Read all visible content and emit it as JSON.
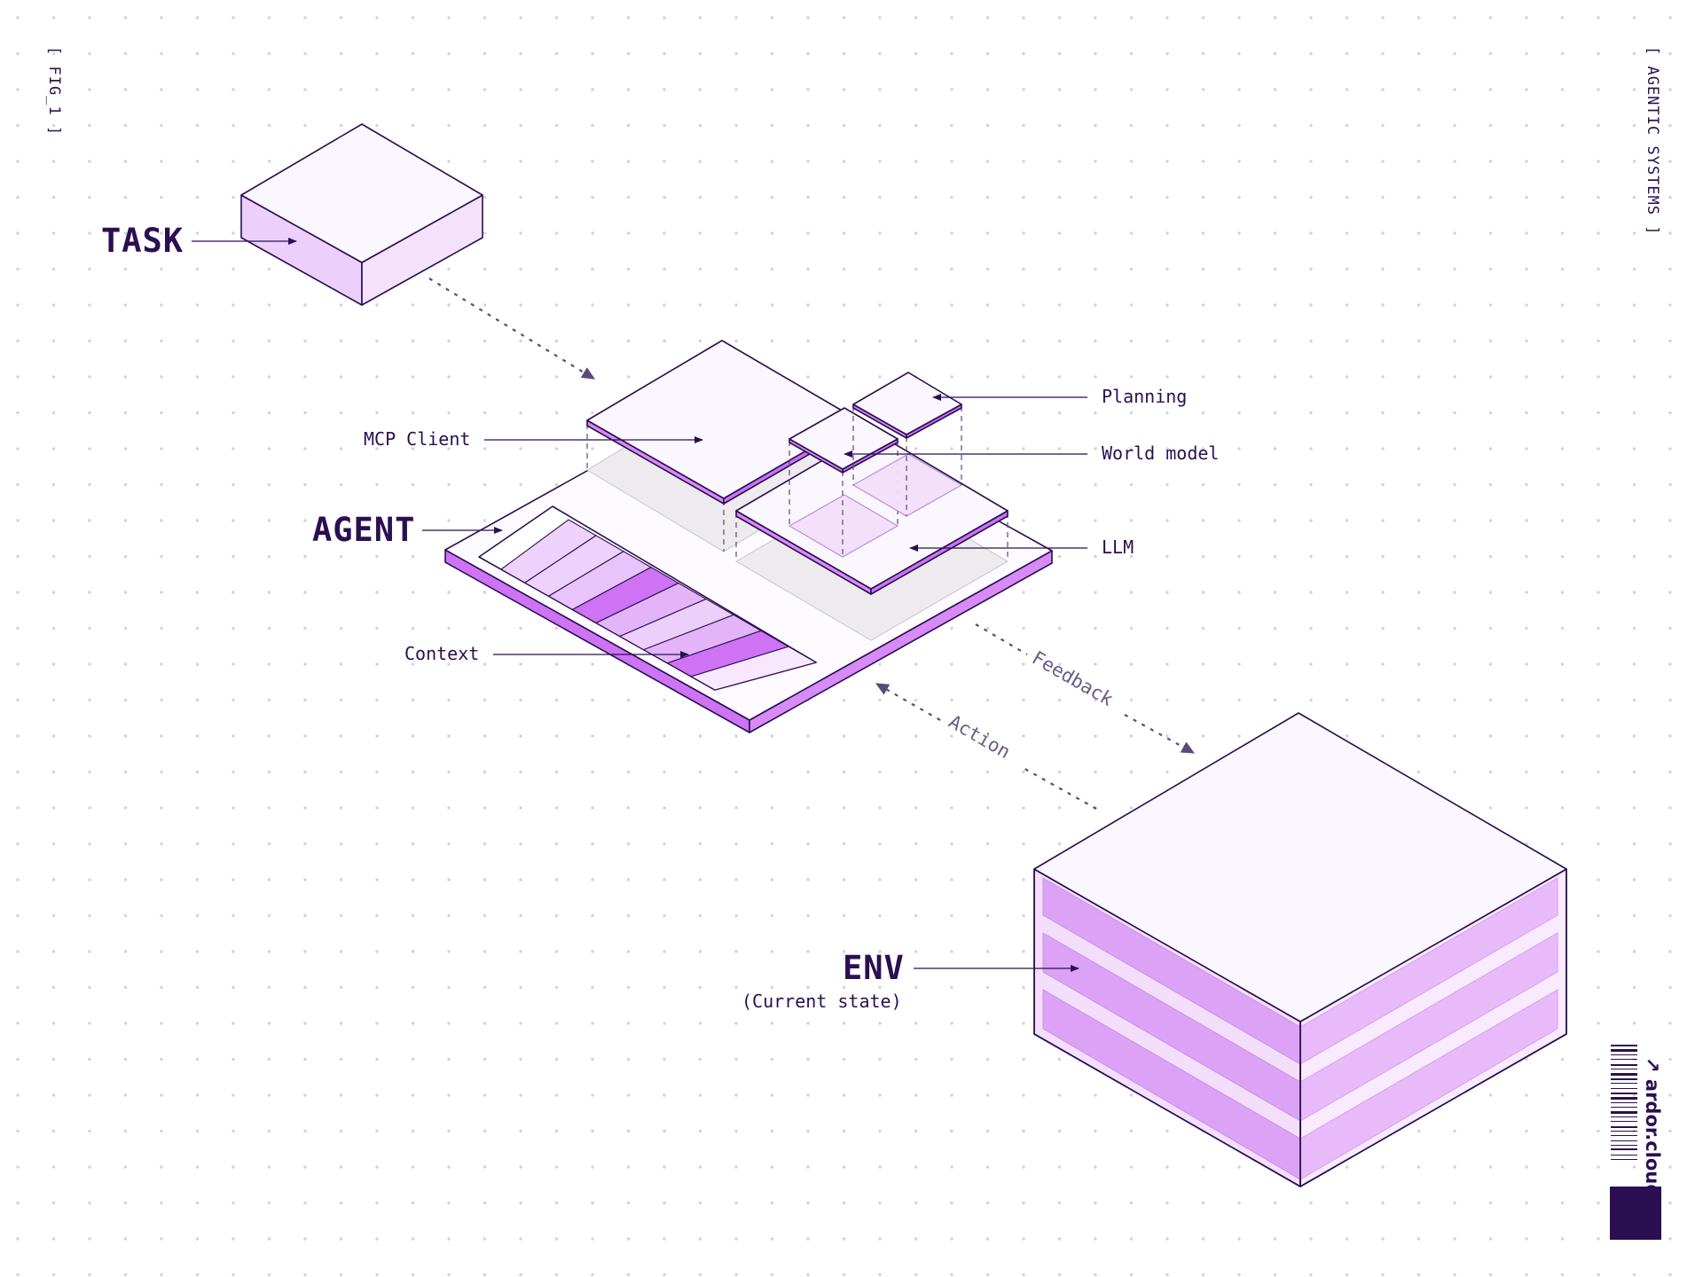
{
  "figure": {
    "fig_tag": "[ FIG_1 ]",
    "side_tag": "[ AGENTIC SYSTEMS ]",
    "brand": "↗ ardor.cloud"
  },
  "nodes": {
    "task": "TASK",
    "agent": "AGENT",
    "mcp_client": "MCP Client",
    "context": "Context",
    "planning": "Planning",
    "world_model": "World model",
    "llm": "LLM",
    "env": "ENV",
    "env_sub": "(Current state)"
  },
  "edges": {
    "feedback": "Feedback",
    "action": "Action"
  },
  "colors": {
    "ink": "#2a0f52",
    "top_face": "#fbf7fe",
    "side_face_light": "#edcffb",
    "side_face_mid": "#e3b4f8",
    "accent": "#cd73f4",
    "dot_grid": "#cfcfd6"
  }
}
